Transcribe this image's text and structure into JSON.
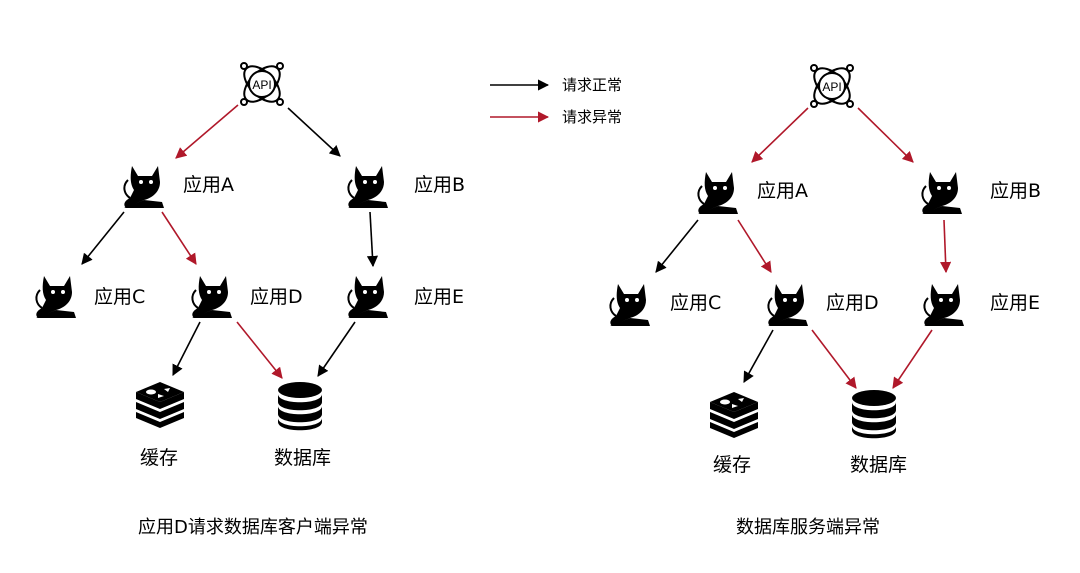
{
  "colors": {
    "normal": "#000000",
    "error": "#b0182a"
  },
  "legend": {
    "normal_label": "请求正常",
    "error_label": "请求异常"
  },
  "left": {
    "api_label": "API",
    "app_a": "应用A",
    "app_b": "应用B",
    "app_c": "应用C",
    "app_d": "应用D",
    "app_e": "应用E",
    "cache": "缓存",
    "db": "数据库",
    "caption": "应用D请求数据库客户端异常"
  },
  "right": {
    "api_label": "API",
    "app_a": "应用A",
    "app_b": "应用B",
    "app_c": "应用C",
    "app_d": "应用D",
    "app_e": "应用E",
    "cache": "缓存",
    "db": "数据库",
    "caption": "数据库服务端异常"
  }
}
